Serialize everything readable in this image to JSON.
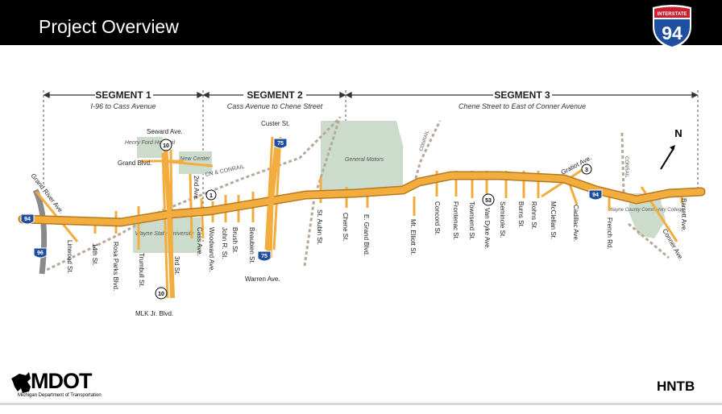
{
  "header": {
    "title": "Project Overview"
  },
  "shield": {
    "banner": "INTERSTATE",
    "number": "94"
  },
  "segments": [
    {
      "label": "SEGMENT 1",
      "desc": "I-96 to Cass Avenue"
    },
    {
      "label": "SEGMENT 2",
      "desc": "Cass Avenue to Chene Street"
    },
    {
      "label": "SEGMENT 3",
      "desc": "Chene Street to East of Conner Avenue"
    }
  ],
  "north": "N",
  "areas": {
    "henry_ford": "Henry Ford Hospital",
    "new_center": "New Center",
    "wayne_state": "Wayne State University",
    "general_motors": "General Motors",
    "wccc": "Wayne County Community College"
  },
  "rail": {
    "cn_conrail": "CN & CONRAIL",
    "conrail_1": "CONRAIL",
    "conrail_2": "CONRAIL"
  },
  "route_shields": {
    "i94_west": "94",
    "i96": "96",
    "m10_north": "10",
    "m10_south": "10",
    "m1": "1",
    "i75_north": "75",
    "i75_south": "75",
    "m53": "53",
    "m3": "3",
    "i94_east": "94"
  },
  "streets": {
    "grand_river": "Grand River Ave.",
    "seward": "Seward Ave.",
    "grand_blvd": "Grand Blvd.",
    "custer": "Custer St.",
    "warren": "Warren Ave.",
    "mlk": "MLK Jr. Blvd.",
    "gratiot": "Gratiot Ave.",
    "livernois": "Linwood St.",
    "st14": "14th St.",
    "rosa_parks": "Rosa Parks Blvd.",
    "trumbull": "Trumbull St.",
    "third": "3rd St.",
    "second": "2nd Ave.",
    "cass": "Cass Ave.",
    "woodward": "Woodward Ave.",
    "john_r": "John R. St.",
    "brush": "Brush St.",
    "beaubien": "Beaubien St.",
    "st_aubin": "St. Aubin St.",
    "chene": "Chene St.",
    "e_grand": "E. Grand Blvd.",
    "mt_elliott": "Mt. Elliott St.",
    "concord": "Concord St.",
    "frontenac": "Frontenac St.",
    "townsend": "Townsend St.",
    "van_dyke": "Van Dyke Ave.",
    "seminole": "Seminole St.",
    "burns": "Burns St.",
    "rohns": "Rohns St.",
    "mcclellan": "McClellan St.",
    "cadillac": "Cadillac Ave.",
    "french": "French Rd.",
    "conner": "Conner Ave.",
    "barrett": "Barrett Ave."
  },
  "footer": {
    "mdot": "MDOT",
    "mdot_sub": "Michigan Department of Transportation",
    "hntb": "HNTB"
  },
  "colors": {
    "road": "#f2ad3e",
    "road_edge": "#b5791f",
    "green_area": "#cbdbcc",
    "rail": "#b7a897",
    "shield_blue": "#1f4fa0",
    "shield_red": "#c8202f"
  }
}
